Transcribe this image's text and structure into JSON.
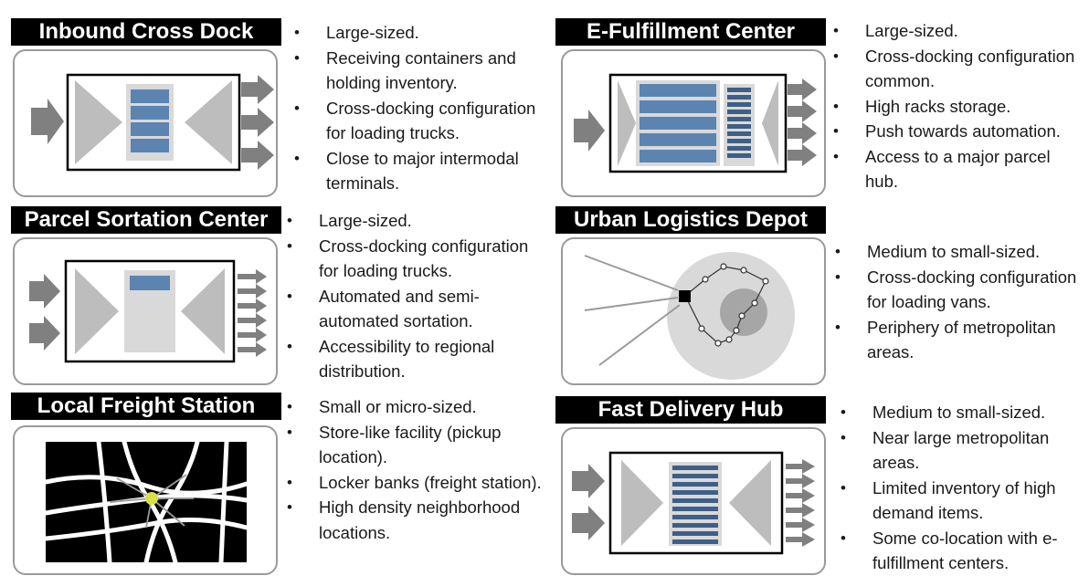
{
  "panels": [
    {
      "title": "Inbound Cross Dock",
      "bullets": [
        "Large-sized.",
        "Receiving containers and holding inventory.",
        "Cross-docking configuration for loading trucks.",
        "Close to major intermodal terminals."
      ]
    },
    {
      "title": "E-Fulfillment Center",
      "bullets": [
        "Large-sized.",
        "Cross-docking configuration common.",
        "High racks storage.",
        "Push towards automation.",
        "Access to a major parcel hub."
      ]
    },
    {
      "title": "Parcel Sortation Center",
      "bullets": [
        "Large-sized.",
        "Cross-docking configuration for loading trucks.",
        "Automated and semi-automated sortation.",
        "Accessibility to regional distribution."
      ]
    },
    {
      "title": "Urban Logistics Depot",
      "bullets": [
        "Medium to small-sized.",
        "Cross-docking configuration for loading vans.",
        "Periphery of metropolitan areas."
      ]
    },
    {
      "title": "Local Freight Station",
      "bullets": [
        "Small or micro-sized.",
        "Store-like facility (pickup location).",
        "Locker banks (freight station).",
        "High density neighborhood locations."
      ]
    },
    {
      "title": "Fast Delivery Hub",
      "bullets": [
        "Medium to small-sized.",
        "Near large metropolitan areas.",
        "Limited inventory of high demand items.",
        "Some co-location with e-fulfillment centers."
      ]
    }
  ],
  "colors": {
    "title_bg": "#000000",
    "title_text": "#ffffff",
    "box_border": "#9a9a9a",
    "arrow_gray": "#808080",
    "triangle_gray": "#bdbdbd",
    "storage_blue": "#5b84b1",
    "storage_dark_blue": "#3e5f86",
    "panel_gray": "#d9d9d9",
    "street_black": "#000000",
    "hub_yellow": "#d7e04a"
  }
}
